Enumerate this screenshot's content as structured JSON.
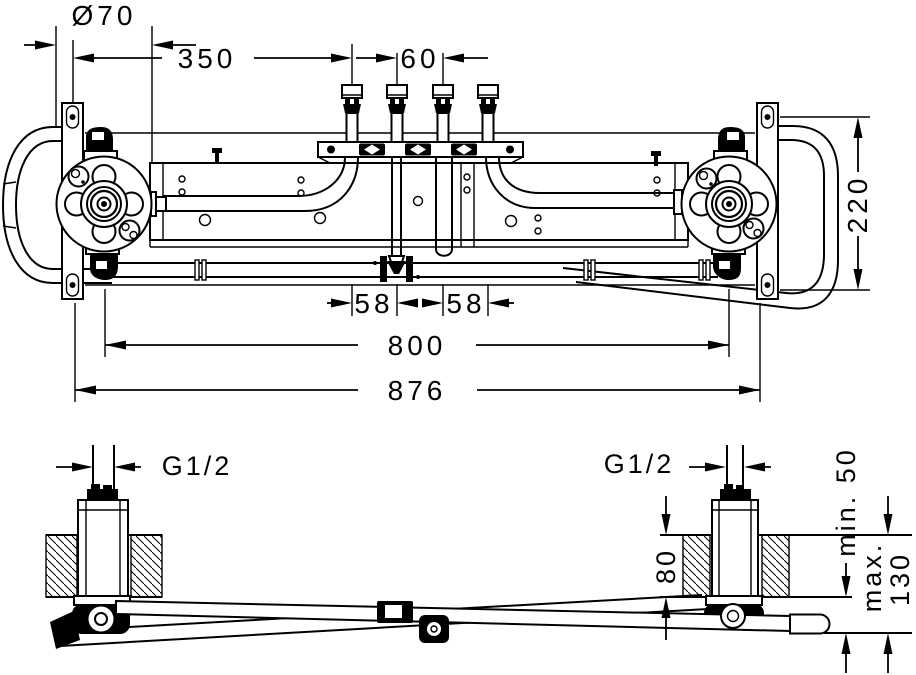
{
  "drawing": {
    "type": "technical-installation-drawing",
    "colors": {
      "background": "#ffffff",
      "line": "#000000"
    },
    "front": {
      "dia": "Ø70",
      "d350": "350",
      "d60": "60",
      "d58a": "58",
      "d58b": "58",
      "d800": "800",
      "d876": "876",
      "d220": "220"
    },
    "side": {
      "g12_left": "G1/2",
      "g12_right": "G1/2",
      "d80": "80",
      "dmin": "min. 50",
      "dmax_word": "max.",
      "dmax_num": "130"
    }
  }
}
